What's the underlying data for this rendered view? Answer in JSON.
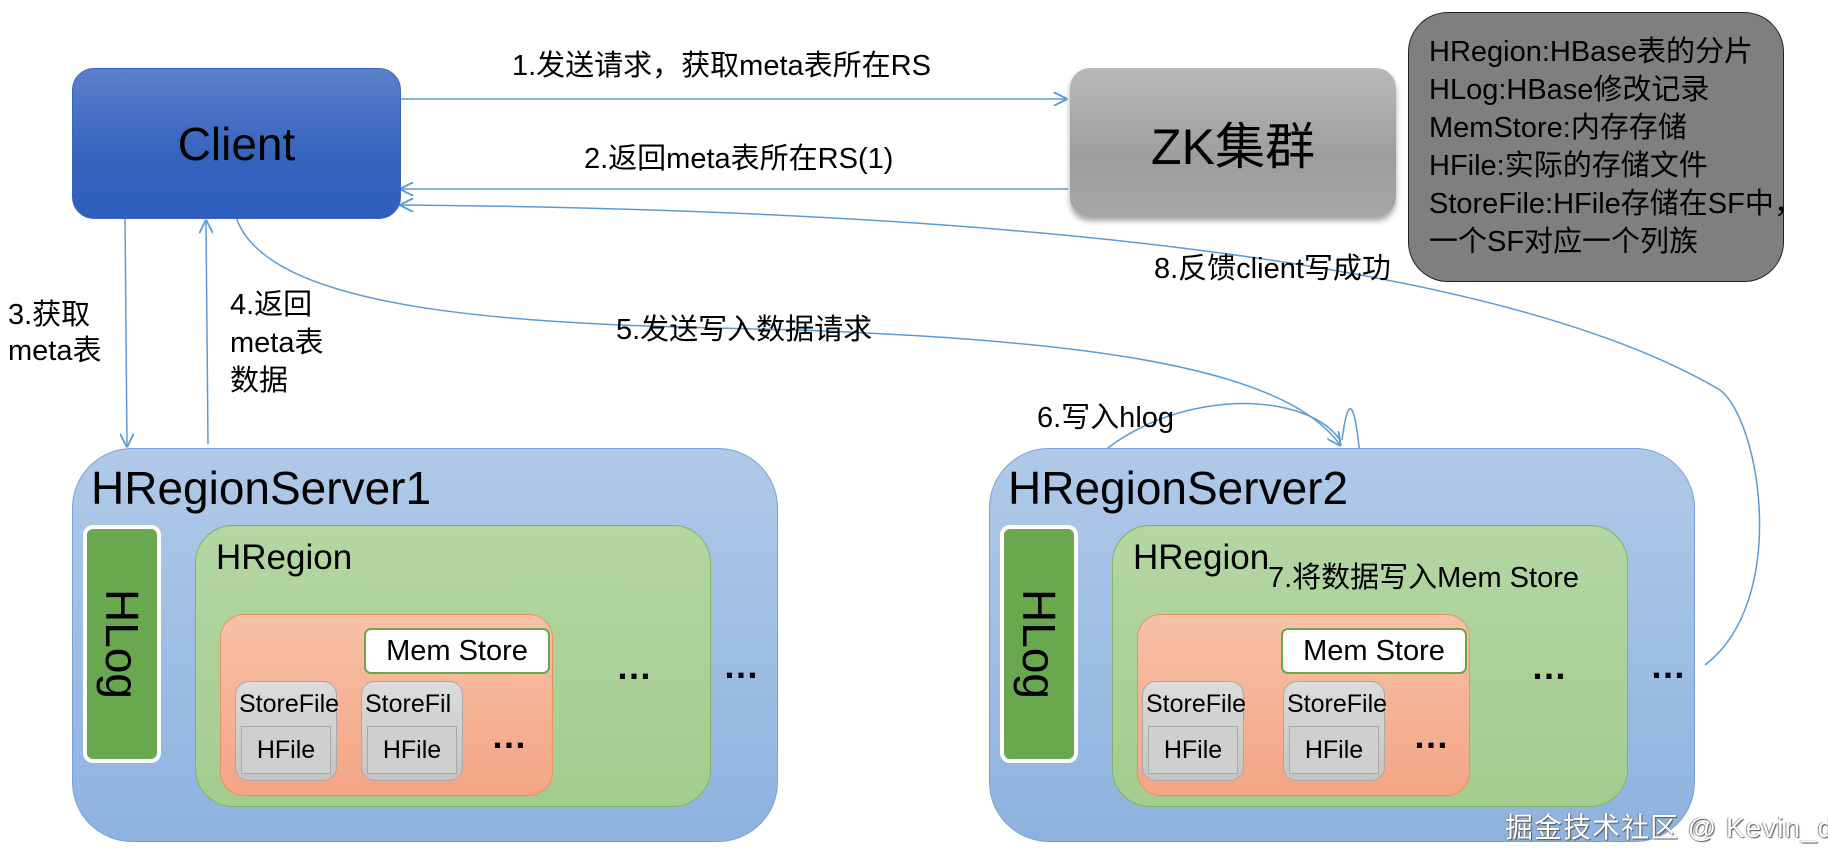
{
  "nodes": {
    "client": "Client",
    "zk": "ZK集群"
  },
  "legend": [
    "HRegion:HBase表的分片",
    "HLog:HBase修改记录",
    "MemStore:内存存储",
    "HFile:实际的存储文件",
    "StoreFile:HFile存储在SF中，",
    "一个SF对应一个列族"
  ],
  "steps": {
    "s1": "1.发送请求，获取meta表所在RS",
    "s2": "2.返回meta表所在RS(1)",
    "s3_line1": "3.获取",
    "s3_line2": "meta表",
    "s4_line1": "4.返回",
    "s4_line2": "meta表",
    "s4_line3": "数据",
    "s5": "5.发送写入数据请求",
    "s6": "6.写入hlog",
    "s7": "7.将数据写入Mem Store",
    "s8": "8.反馈client写成功"
  },
  "servers": [
    {
      "title": "HRegionServer1",
      "hlog": "HLog",
      "hregion": "HRegion",
      "memstore": "Mem Store",
      "storefiles": [
        {
          "label": "StoreFile",
          "hfile": "HFile"
        },
        {
          "label": "StoreFil",
          "hfile": "HFile"
        }
      ],
      "ellipsis": "…"
    },
    {
      "title": "HRegionServer2",
      "hlog": "HLog",
      "hregion": "HRegion",
      "memstore": "Mem Store",
      "storefiles": [
        {
          "label": "StoreFile",
          "hfile": "HFile"
        },
        {
          "label": "StoreFile",
          "hfile": "HFile"
        }
      ],
      "ellipsis": "…"
    }
  ],
  "watermark": "掘金技术社区 @ Kevin_du",
  "colors": {
    "client": "#3563bd",
    "zk": "#a6a6a6",
    "legend": "#7f7f7f",
    "server": "#9dbbe4",
    "hregion": "#a9d18e",
    "store": "#f4b183",
    "hlog": "#6aa84f",
    "arrow": "#5b9bd5"
  }
}
